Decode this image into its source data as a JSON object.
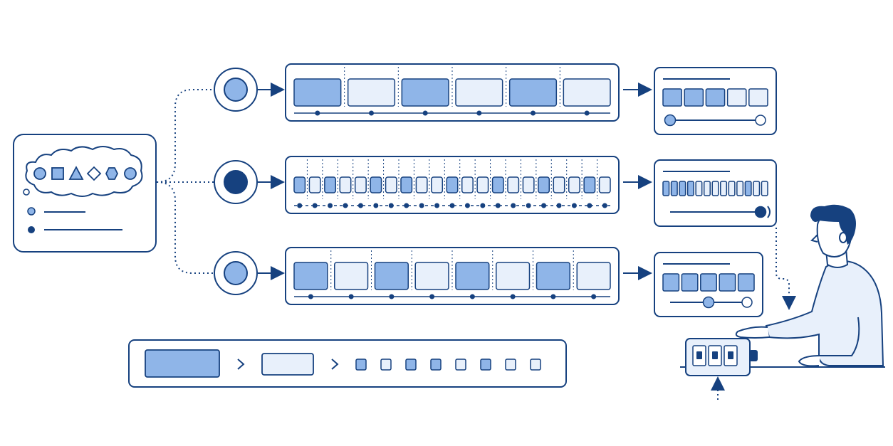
{
  "diagram": {
    "colors": {
      "stroke": "#16417f",
      "fill_strong": "#8fb5e8",
      "fill_light": "#e8f0fb",
      "fill_dark": "#16417f",
      "background": "#ffffff"
    },
    "source_panel": {
      "shapes": [
        "circle",
        "square",
        "triangle",
        "diamond",
        "hexagon",
        "circle"
      ],
      "legend_markers": [
        "light-dot",
        "dark-dot"
      ]
    },
    "branches": [
      {
        "id": "top",
        "node_style": "light",
        "segment_pattern": [
          "strong",
          "light",
          "strong",
          "light",
          "strong",
          "light"
        ],
        "result_bar": [
          "strong",
          "strong",
          "strong",
          "light",
          "light"
        ],
        "slider_level": 0.0
      },
      {
        "id": "middle",
        "node_style": "dark",
        "segment_pattern": [
          "strong",
          "light",
          "strong",
          "light",
          "light",
          "strong",
          "light",
          "strong",
          "light",
          "light",
          "strong",
          "light",
          "light",
          "strong",
          "light",
          "light",
          "strong",
          "light",
          "light",
          "strong",
          "light"
        ],
        "result_bar": [
          "strong",
          "strong",
          "strong",
          "strong",
          "light",
          "light",
          "light",
          "light",
          "light",
          "light",
          "strong",
          "light",
          "light"
        ],
        "slider_level": 1.0
      },
      {
        "id": "bottom",
        "node_style": "light",
        "segment_pattern": [
          "strong",
          "light",
          "strong",
          "light",
          "strong",
          "light",
          "strong",
          "light"
        ],
        "result_bar": [
          "strong",
          "strong",
          "strong",
          "strong",
          "strong"
        ],
        "slider_level": 0.5
      }
    ],
    "summary_row": {
      "items": [
        "block-strong",
        "chevron-right",
        "block-light",
        "chevron-right",
        "cell-strong",
        "cell-light",
        "cell-strong",
        "cell-strong",
        "cell-light",
        "cell-strong",
        "cell-light",
        "cell-light"
      ]
    },
    "operator": {
      "figure": "person-at-device",
      "device_windows": 3
    }
  }
}
